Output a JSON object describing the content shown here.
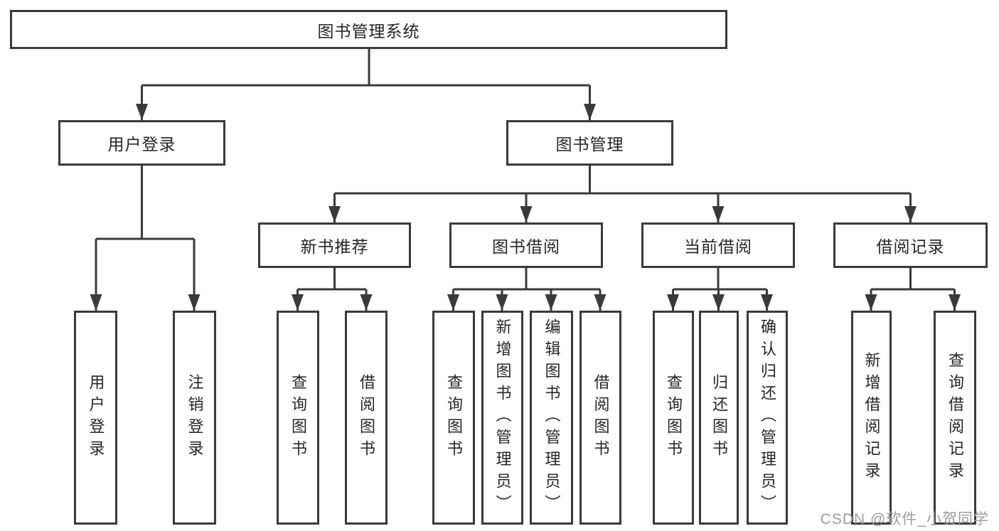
{
  "diagram": {
    "root": {
      "label": "图书管理系统"
    },
    "level1": [
      {
        "label": "用户登录"
      },
      {
        "label": "图书管理"
      }
    ],
    "level2": [
      {
        "label": "新书推荐"
      },
      {
        "label": "图书借阅"
      },
      {
        "label": "当前借阅"
      },
      {
        "label": "借阅记录"
      }
    ],
    "leaves": {
      "user_login": [
        {
          "label": "用户登录"
        },
        {
          "label": "注销登录"
        }
      ],
      "new_books": [
        {
          "label": "查询图书"
        },
        {
          "label": "借阅图书"
        }
      ],
      "borrowing": [
        {
          "label": "查询图书"
        },
        {
          "label": "新增图书（管理员）"
        },
        {
          "label": "编辑图书（管理员）"
        },
        {
          "label": "借阅图书"
        }
      ],
      "current": [
        {
          "label": "查询图书"
        },
        {
          "label": "归还图书"
        },
        {
          "label": "确认归还（管理员）"
        }
      ],
      "records": [
        {
          "label": "新增借阅记录"
        },
        {
          "label": "查询借阅记录"
        }
      ]
    }
  },
  "watermark": {
    "text": "CSDN @软件_小贺同学"
  },
  "colors": {
    "line": "#3a3a3a",
    "box_border": "#3a3a3a",
    "box_bg": "#ffffff",
    "text": "#262626",
    "watermark": "#9c9ca0",
    "page_bg": "#ffffff"
  }
}
